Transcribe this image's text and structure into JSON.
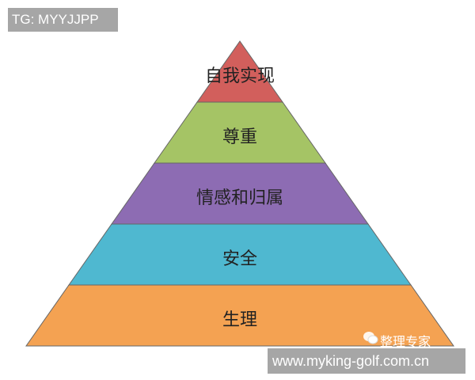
{
  "pyramid": {
    "levels": [
      {
        "label": "自我实现",
        "color": "#d25f5c"
      },
      {
        "label": "尊重",
        "color": "#a5c465"
      },
      {
        "label": "情感和归属",
        "color": "#8d6cb3"
      },
      {
        "label": "安全",
        "color": "#4fb8d0"
      },
      {
        "label": "生理",
        "color": "#f4a252"
      }
    ]
  },
  "watermarks": {
    "tg": "TG: MYYJJPP",
    "site": "www.myking-golf.com.cn",
    "wechat": "整理专家"
  }
}
